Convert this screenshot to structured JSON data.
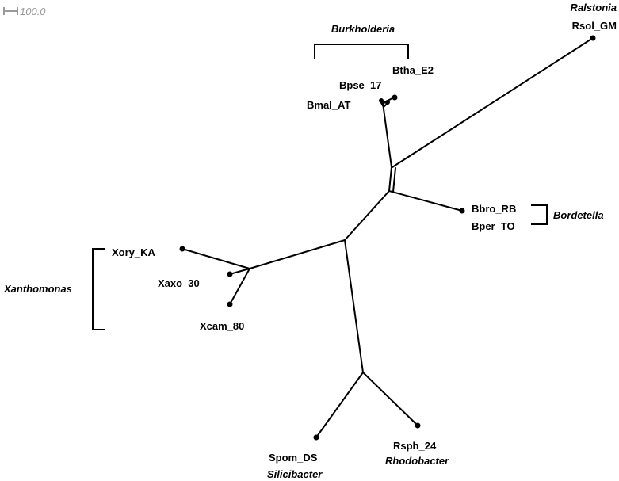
{
  "scale_bar": {
    "label": "100.0"
  },
  "taxa": [
    {
      "key": "rsol",
      "label": "Rsol_GM"
    },
    {
      "key": "btha",
      "label": "Btha_E2"
    },
    {
      "key": "bpse",
      "label": "Bpse_17"
    },
    {
      "key": "bmal",
      "label": "Bmal_AT"
    },
    {
      "key": "bbro",
      "label": "Bbro_RB"
    },
    {
      "key": "bper",
      "label": "Bper_TO"
    },
    {
      "key": "xory",
      "label": "Xory_KA"
    },
    {
      "key": "xaxo",
      "label": "Xaxo_30"
    },
    {
      "key": "xcam",
      "label": "Xcam_80"
    },
    {
      "key": "spom",
      "label": "Spom_DS"
    },
    {
      "key": "rsph",
      "label": "Rsph_24"
    }
  ],
  "groups": [
    {
      "key": "ralstonia",
      "label": "Ralstonia"
    },
    {
      "key": "burkholderia",
      "label": "Burkholderia"
    },
    {
      "key": "bordetella",
      "label": "Bordetella"
    },
    {
      "key": "xanthomonas",
      "label": "Xanthomonas"
    },
    {
      "key": "silicibacter",
      "label": "Silicibacter"
    },
    {
      "key": "rhodobacter",
      "label": "Rhodobacter"
    }
  ],
  "colors": {
    "tree": "#000000",
    "scale": "#9a9a9a"
  }
}
